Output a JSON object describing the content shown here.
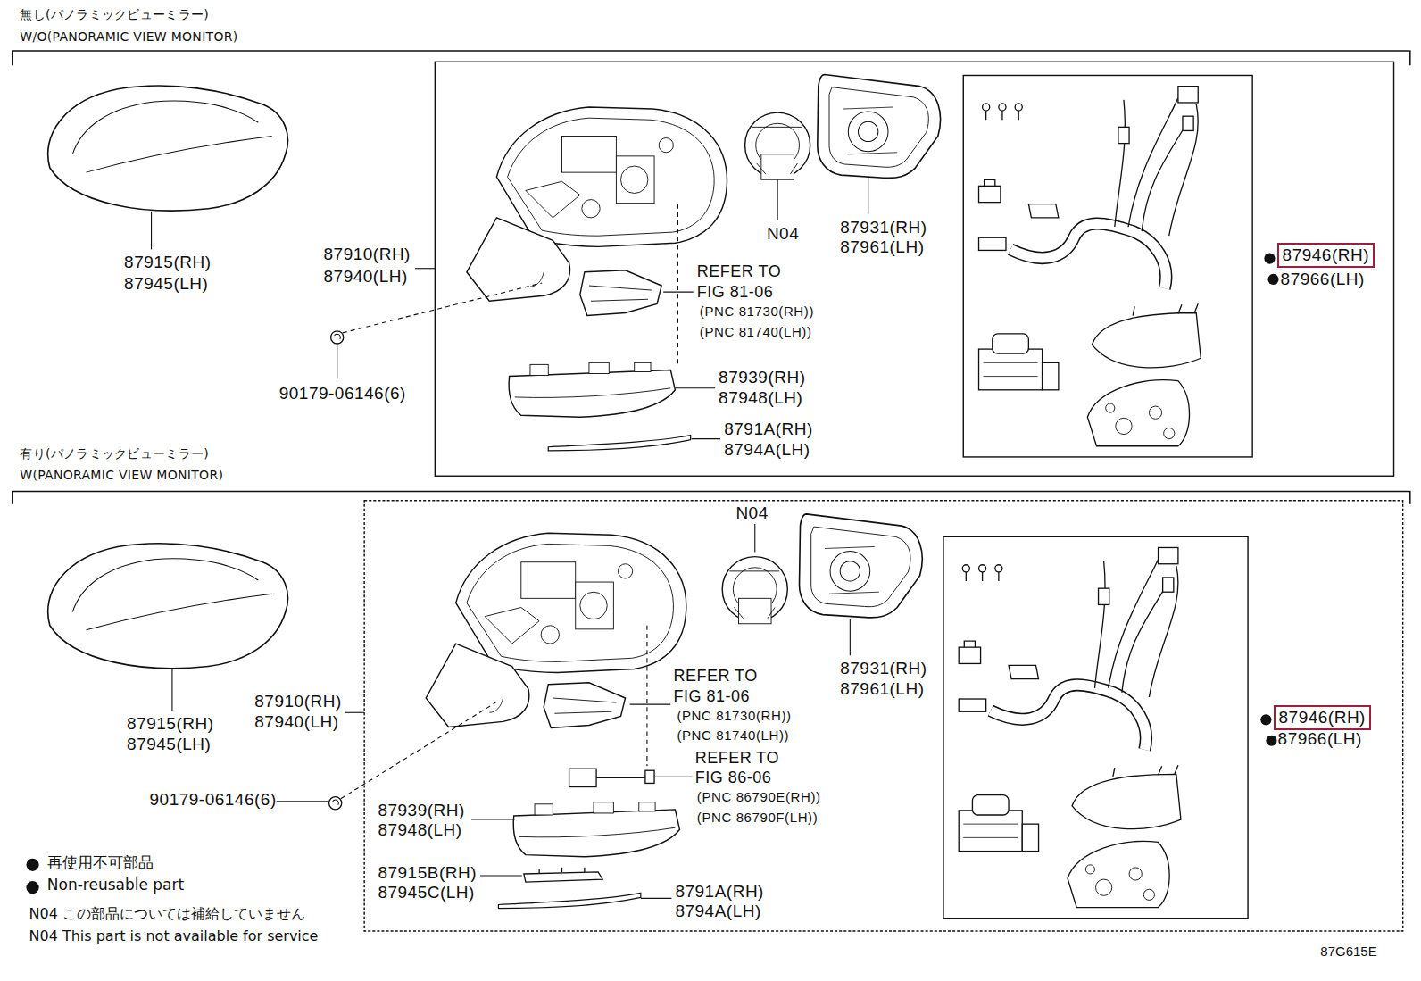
{
  "diagram": {
    "nodes": [
      {
        "text": [
          "87946(RH)"
        ]
      },
      {
        "text": [
          "87946(RH)"
        ]
      }
    ],
    "labels": [
      "無し(パノラミックビューミラー)",
      "W/O(PANORAMIC VIEW MONITOR)",
      "87915(RH)",
      "87945(LH)",
      "87910(RH)",
      "87940(LH)",
      "90179-06146(6)",
      "N04",
      "87931(RH)",
      "87961(LH)",
      "REFER TO",
      "FIG 81-06",
      "(PNC 81730(RH))",
      "(PNC 81740(LH))",
      "87939(RH)",
      "87948(LH)",
      "8791A(RH)",
      "8794A(LH)",
      "87966(LH)",
      "有り(パノラミックビューミラー)",
      "W(PANORAMIC VIEW MONITOR)",
      "87915(RH)",
      "87945(LH)",
      "87910(RH)",
      "87940(LH)",
      "90179-06146(6)",
      "N04",
      "87931(RH)",
      "87961(LH)",
      "REFER TO",
      "FIG 81-06",
      "(PNC 81730(RH))",
      "(PNC 81740(LH))",
      "REFER TO",
      "FIG 86-06",
      "(PNC 86790E(RH))",
      "(PNC 86790F(LH))",
      "87939(RH)",
      "87948(LH)",
      "87915B(RH)",
      "87945C(LH)",
      "8791A(RH)",
      "8794A(LH)",
      "87966(LH)",
      "N04 この部品については補給していません",
      "N04 This part is not available for service",
      "87G615E"
    ],
    "legend": [
      {
        "text": "再使用不可部品"
      },
      {
        "text": "Non-reusable part"
      }
    ]
  }
}
